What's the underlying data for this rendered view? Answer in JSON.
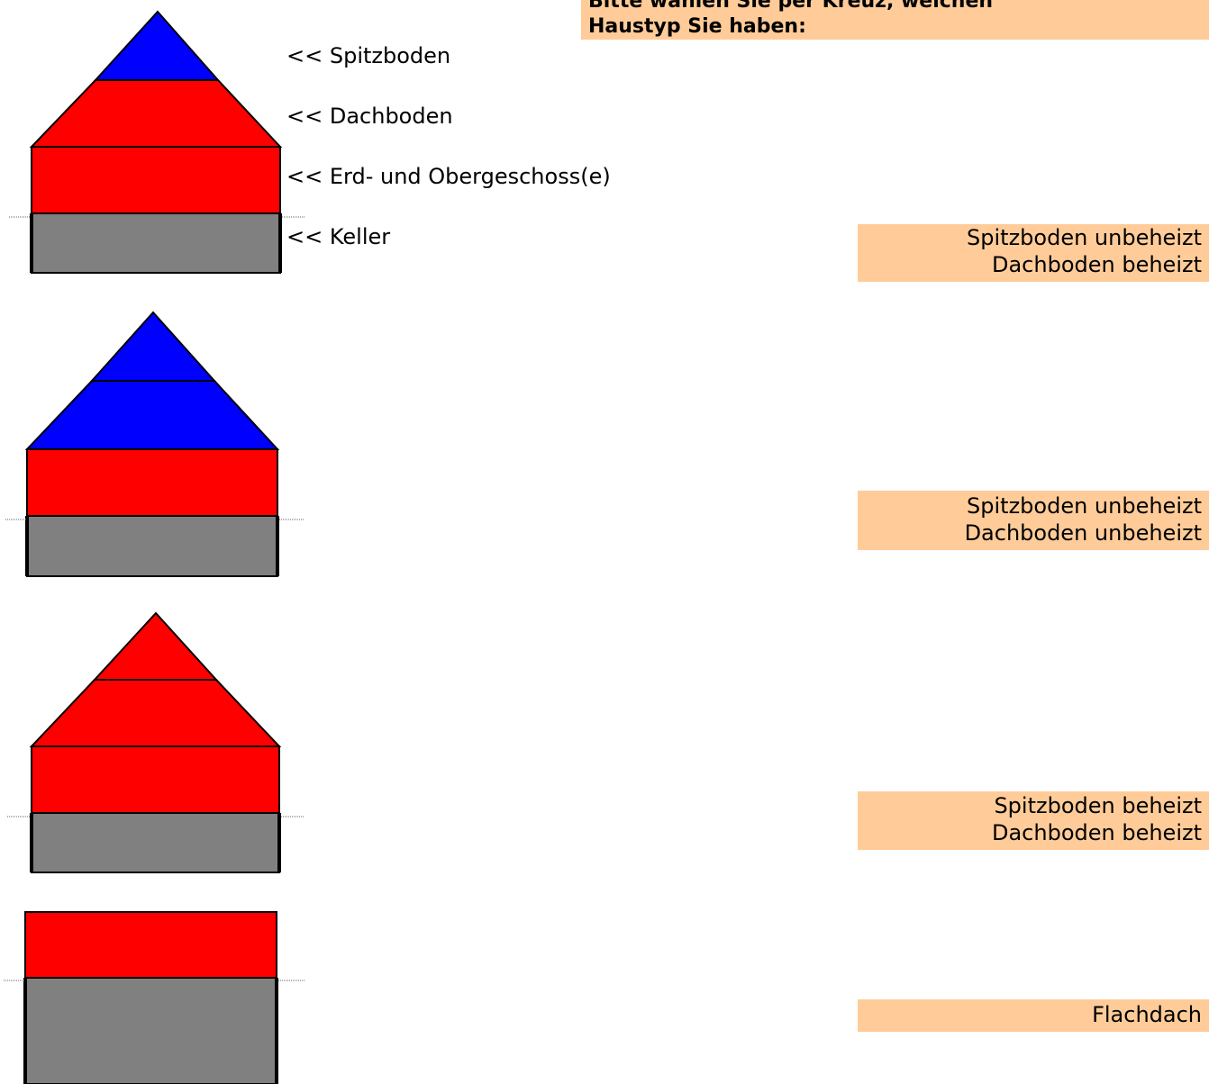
{
  "header": {
    "line1": "Bitte wählen Sie per Kreuz, welchen",
    "line2": "Haustyp Sie haben:"
  },
  "legend": {
    "spitzboden": "<< Spitzboden",
    "dachboden": "<< Dachboden",
    "geschosse": "<< Erd- und Obergeschoss(e)",
    "keller": "<< Keller"
  },
  "options": [
    {
      "line1": "Spitzboden unbeheizt",
      "line2": "Dachboden beheizt"
    },
    {
      "line1": "Spitzboden unbeheizt",
      "line2": "Dachboden unbeheizt"
    },
    {
      "line1": "Spitzboden beheizt",
      "line2": "Dachboden beheizt"
    },
    {
      "line1": "Flachdach"
    }
  ],
  "colors": {
    "heated": "#ff0000",
    "unheated": "#0000ff",
    "basement": "#808080",
    "option_background": "#ffcc99"
  }
}
